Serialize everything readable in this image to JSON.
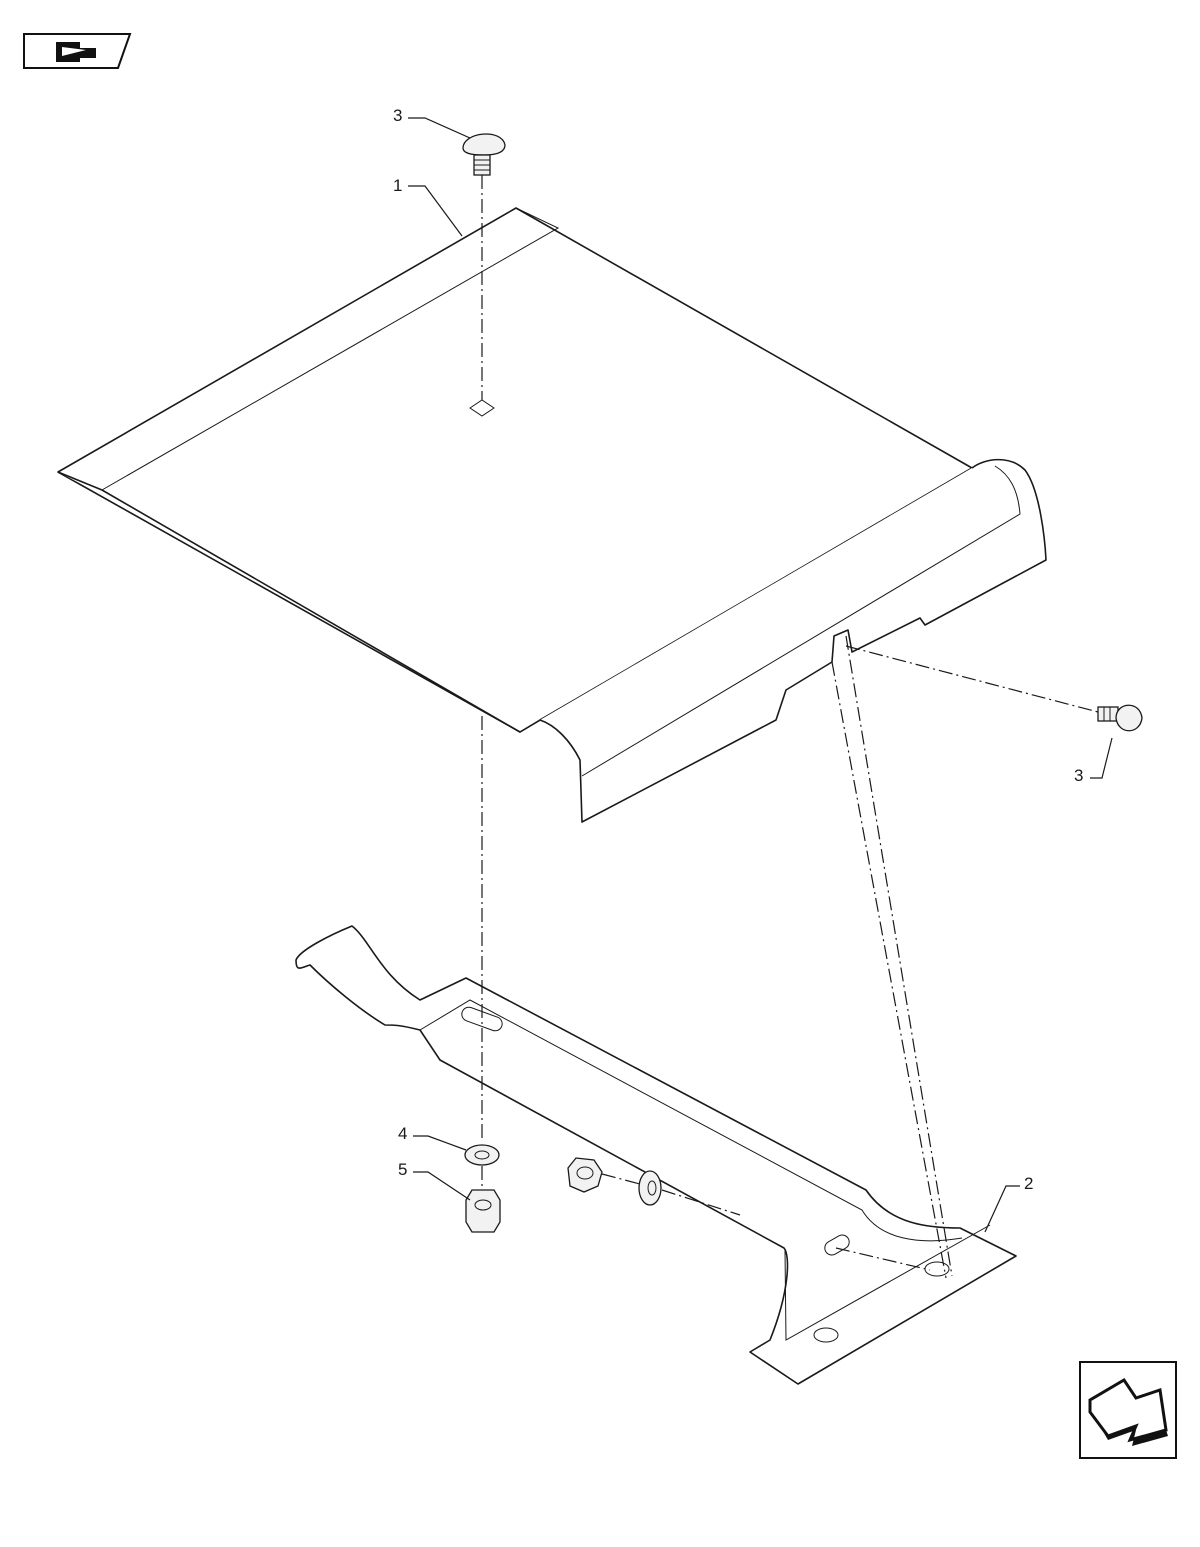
{
  "callouts": [
    {
      "id": "c1",
      "label": "1"
    },
    {
      "id": "c2",
      "label": "2"
    },
    {
      "id": "c3a",
      "label": "3"
    },
    {
      "id": "c3b",
      "label": "3"
    },
    {
      "id": "c4",
      "label": "4"
    },
    {
      "id": "c5",
      "label": "5"
    }
  ],
  "icons": {
    "top_left": "page-back-icon",
    "bottom_right": "next-page-arrow-icon"
  },
  "colors": {
    "line": "#1a1a1a",
    "background": "#ffffff",
    "icon_fill": "#111111"
  }
}
